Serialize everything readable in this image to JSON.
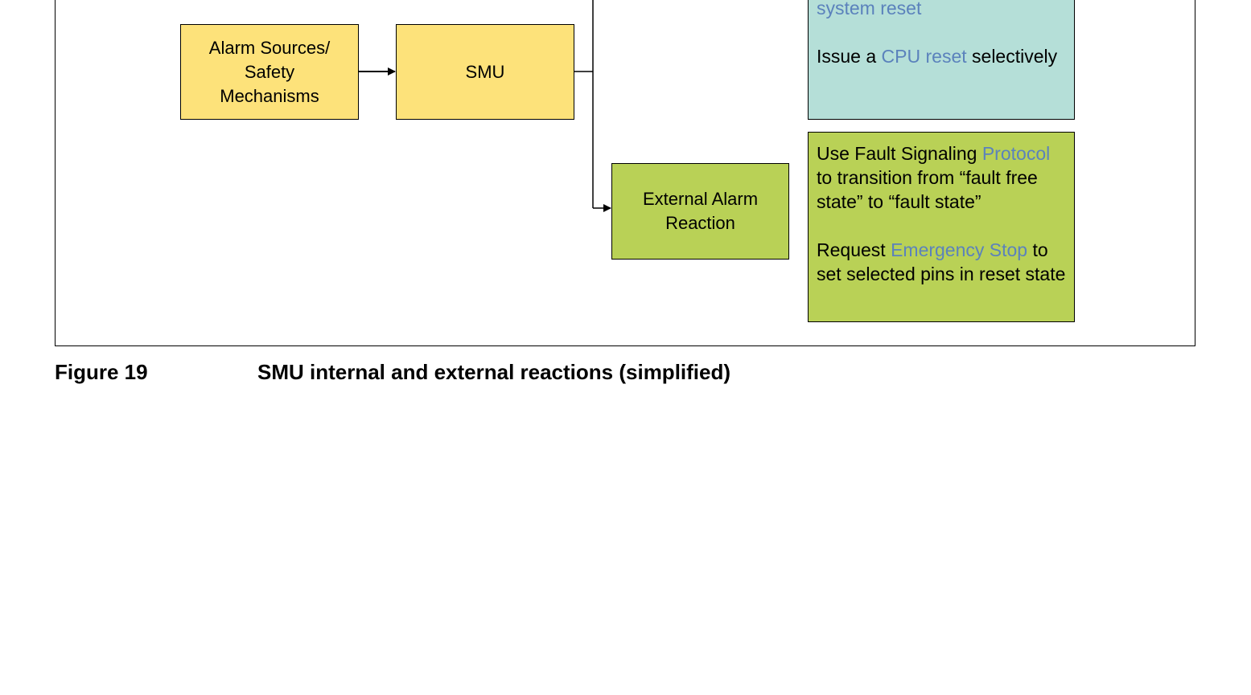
{
  "nodes": {
    "alarm_sources": "Alarm Sources/ Safety Mechanisms",
    "smu": "SMU",
    "external_alarm": "External Alarm Reaction"
  },
  "internal_reactions": {
    "line1_link": "system reset",
    "line2_pre": "Issue a ",
    "line2_link": "CPU reset",
    "line2_post": " selectively"
  },
  "external_reactions": {
    "line1_pre": "Use Fault Signaling ",
    "line1_link": "Protocol",
    "line1_post": " to transition from “fault free state” to “fault state”",
    "line2_pre": "Request ",
    "line2_link": "Emergency Stop",
    "line2_post": " to set selected pins in reset state"
  },
  "caption": {
    "label": "Figure 19",
    "title": "SMU internal and external reactions (simplified)"
  },
  "colors": {
    "yellow": "#fde27a",
    "green": "#b9d156",
    "teal": "#b5dfd8",
    "link": "#5b82bc"
  }
}
